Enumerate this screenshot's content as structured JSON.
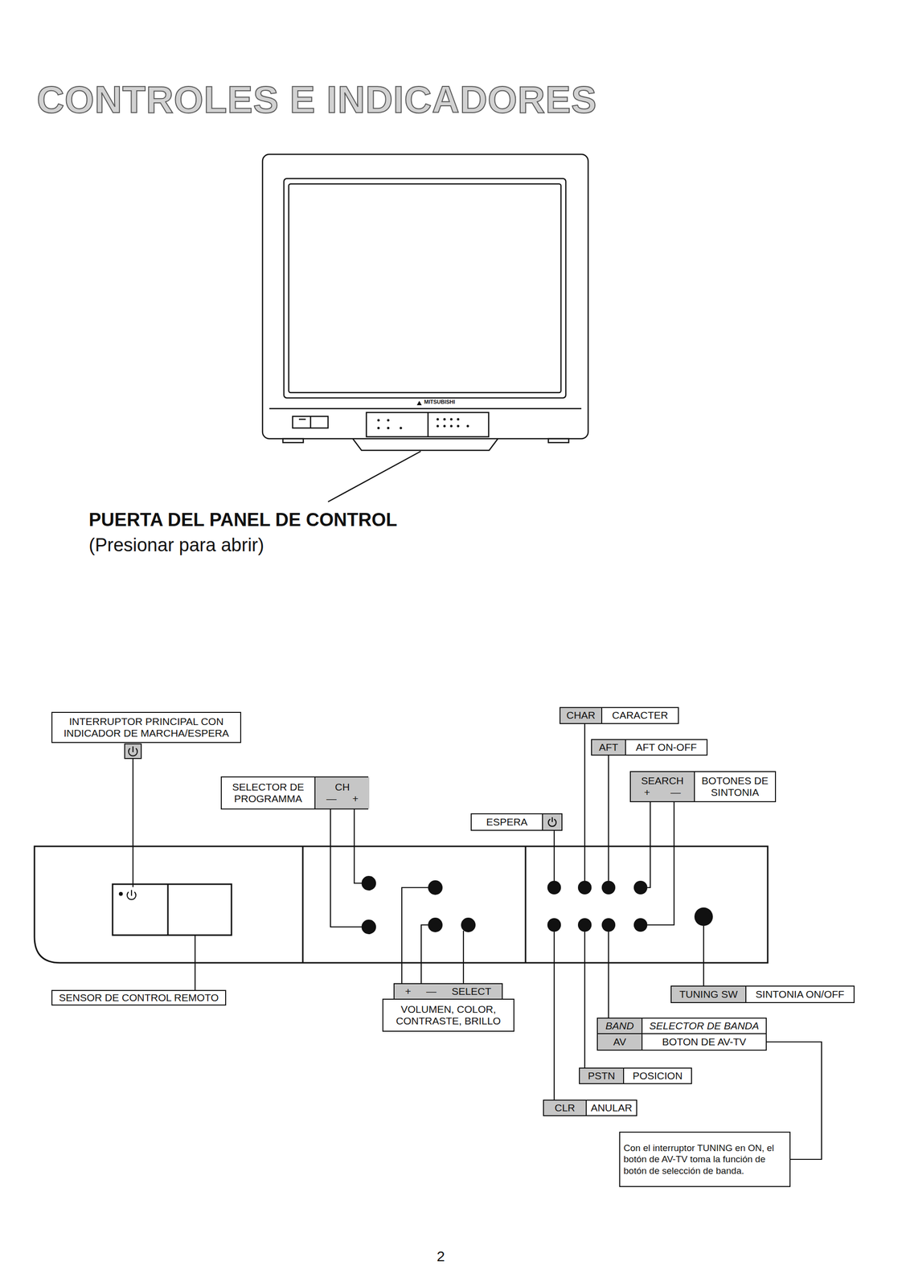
{
  "diagram": {
    "title": "CONTROLES E INDICADORES",
    "nodes": [
      {
        "text": [
          "INTERRUPTOR PRINCIPAL CON INDICADOR DE MARCHA/ESPERA"
        ]
      },
      {
        "text": [
          "SELECTOR DE PROGRAMMA",
          "CH",
          "—",
          "+"
        ]
      },
      {
        "text": [
          "CHAR",
          "CARACTER"
        ]
      },
      {
        "text": [
          "AFT",
          "AFT ON-OFF"
        ]
      },
      {
        "text": [
          "SEARCH",
          "+",
          "—",
          "BOTONES DE SINTONIA"
        ]
      },
      {
        "text": [
          "ESPERA"
        ]
      },
      {
        "text": [
          "SENSOR DE CONTROL REMOTO"
        ]
      },
      {
        "text": [
          "+",
          "—",
          "SELECT",
          "VOLUMEN, COLOR, CONTRASTE, BRILLO"
        ]
      },
      {
        "text": [
          "TUNING SW",
          "SINTONIA ON/OFF"
        ]
      },
      {
        "text": [
          "BAND",
          "SELECTOR DE BANDA"
        ]
      },
      {
        "text": [
          "AV",
          "BOTON DE AV-TV"
        ]
      },
      {
        "text": [
          "PSTN",
          "POSICION"
        ]
      },
      {
        "text": [
          "CLR",
          "ANULAR"
        ]
      },
      {
        "text": [
          "Con el interruptor TUNING en ON, el botón de AV-TV toma la función de botón de selección de banda."
        ]
      }
    ],
    "edges": [
      {
        "from": 10,
        "to": 13,
        "arrow": "none"
      }
    ],
    "labels": [
      "MITSUBISHI",
      "PUERTA DEL PANEL DE CONTROL",
      "(Presionar para abrir)",
      "2"
    ]
  }
}
